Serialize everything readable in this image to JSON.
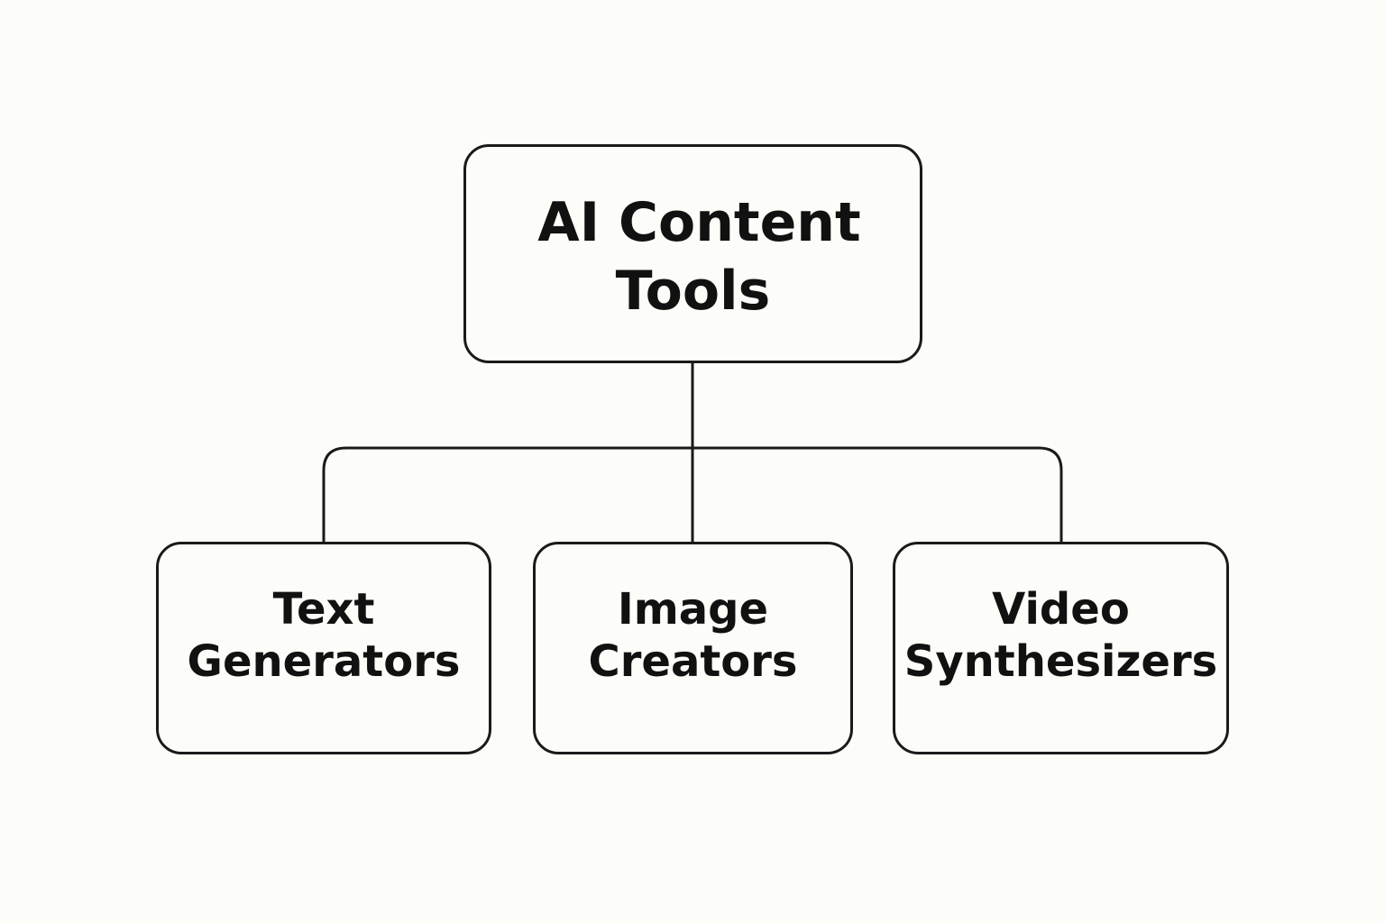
{
  "diagram": {
    "root": {
      "lines": [
        "AI Content",
        "Tools"
      ]
    },
    "children": [
      {
        "id": "text-generators",
        "lines": [
          "Text",
          "Generators"
        ]
      },
      {
        "id": "image-creators",
        "lines": [
          "Image",
          "Creators"
        ]
      },
      {
        "id": "video-synthesizers",
        "lines": [
          "Video",
          "Synthesizers"
        ]
      }
    ],
    "colors": {
      "background": "#fcfcf8",
      "stroke": "#1a1a1a",
      "text": "#111111"
    }
  }
}
